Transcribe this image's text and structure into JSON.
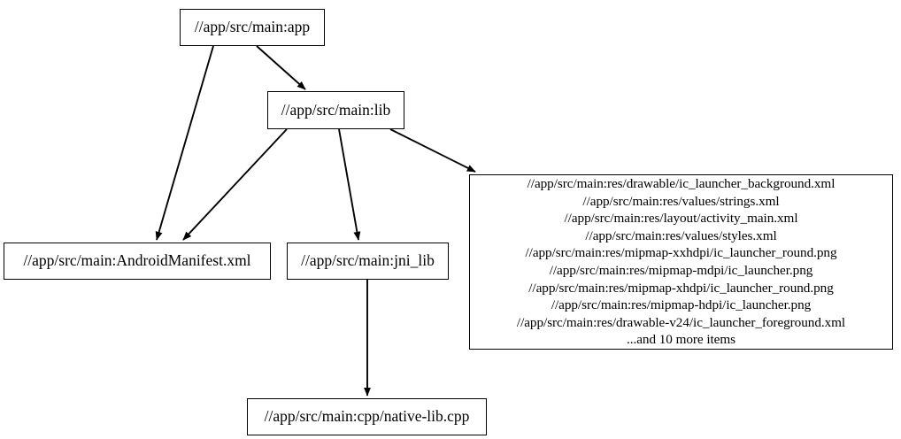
{
  "graph": {
    "type": "directed-dependency-graph",
    "nodes": [
      {
        "id": "app",
        "label": "//app/src/main:app"
      },
      {
        "id": "lib",
        "label": "//app/src/main:lib"
      },
      {
        "id": "manifest",
        "label": "//app/src/main:AndroidManifest.xml"
      },
      {
        "id": "jni_lib",
        "label": "//app/src/main:jni_lib"
      },
      {
        "id": "native_lib",
        "label": "//app/src/main:cpp/native-lib.cpp"
      },
      {
        "id": "res_group",
        "label": "//app/src/main:res/drawable/ic_launcher_background.xml\n//app/src/main:res/values/strings.xml\n//app/src/main:res/layout/activity_main.xml\n//app/src/main:res/values/styles.xml\n//app/src/main:res/mipmap-xxhdpi/ic_launcher_round.png\n//app/src/main:res/mipmap-mdpi/ic_launcher.png\n//app/src/main:res/mipmap-xhdpi/ic_launcher_round.png\n//app/src/main:res/mipmap-hdpi/ic_launcher.png\n//app/src/main:res/drawable-v24/ic_launcher_foreground.xml\n...and 10 more items"
      }
    ],
    "edges": [
      {
        "from": "app",
        "to": "lib"
      },
      {
        "from": "app",
        "to": "manifest"
      },
      {
        "from": "lib",
        "to": "manifest"
      },
      {
        "from": "lib",
        "to": "jni_lib"
      },
      {
        "from": "lib",
        "to": "res_group"
      },
      {
        "from": "jni_lib",
        "to": "native_lib"
      }
    ],
    "colors": {
      "node_border": "#000000",
      "node_fill": "#ffffff",
      "edge": "#000000",
      "text": "#000000",
      "background": "#ffffff"
    }
  }
}
